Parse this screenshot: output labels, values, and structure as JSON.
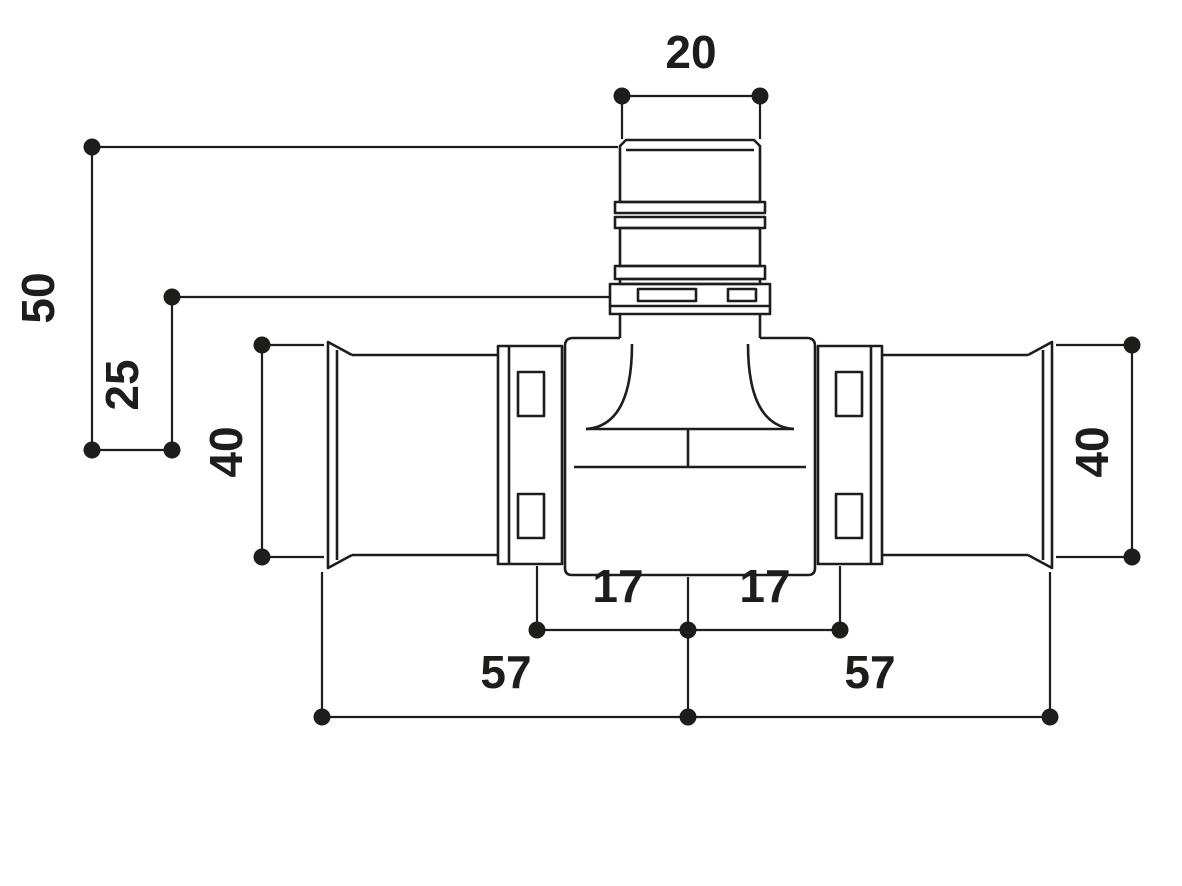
{
  "diagram": {
    "kind": "technical-dimension-drawing",
    "line_color": "#1d1d1b",
    "dot_color": "#1d1d1b",
    "background_color": "#ffffff",
    "dimensions": {
      "branch_width": "20",
      "branch_height_total": "50",
      "branch_height_to_collar": "25",
      "left_outlet_diameter": "40",
      "right_outlet_diameter": "40",
      "center_to_left": "17",
      "center_to_right": "17",
      "left_span": "57",
      "right_span": "57"
    }
  }
}
